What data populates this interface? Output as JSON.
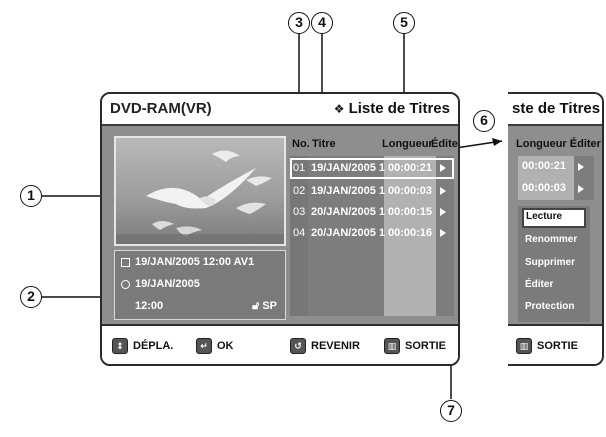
{
  "callouts": {
    "c1": "1",
    "c2": "2",
    "c3": "3",
    "c4": "4",
    "c5": "5",
    "c6": "6",
    "c7": "7"
  },
  "dialog": {
    "title": "DVD-RAM(VR)",
    "list_title": "Liste de Titres",
    "list_title_icon": "diamond-star-icon",
    "info": {
      "row1": "19/JAN/2005 12:00 AV1",
      "row2": "19/JAN/2005",
      "row3": "12:00",
      "lock_mode": "SP"
    },
    "table": {
      "headers": {
        "no": "No.",
        "title": "Titre",
        "length": "Longueur",
        "edit": "Éditer"
      },
      "rows": [
        {
          "no": "01",
          "title": "19/JAN/2005 1",
          "length": "00:00:21",
          "selected": true
        },
        {
          "no": "02",
          "title": "19/JAN/2005 1",
          "length": "00:00:03",
          "selected": false
        },
        {
          "no": "03",
          "title": "20/JAN/2005 1",
          "length": "00:00:15",
          "selected": false
        },
        {
          "no": "04",
          "title": "20/JAN/2005 1",
          "length": "00:00:16",
          "selected": false
        }
      ]
    },
    "footer": {
      "move": "DÉPLA.",
      "ok": "OK",
      "back": "REVENIR",
      "exit": "SORTIE"
    }
  },
  "side_panel": {
    "title": "ste de Titres",
    "col_header": "Longueur Éditer",
    "lengths": [
      "00:00:21",
      "00:00:03"
    ],
    "menu": [
      {
        "label": "Lecture",
        "selected": true
      },
      {
        "label": "Renommer",
        "selected": false
      },
      {
        "label": "Supprimer",
        "selected": false
      },
      {
        "label": "Éditer",
        "selected": false
      },
      {
        "label": "Protection",
        "selected": false
      }
    ],
    "footer_exit": "SORTIE"
  }
}
